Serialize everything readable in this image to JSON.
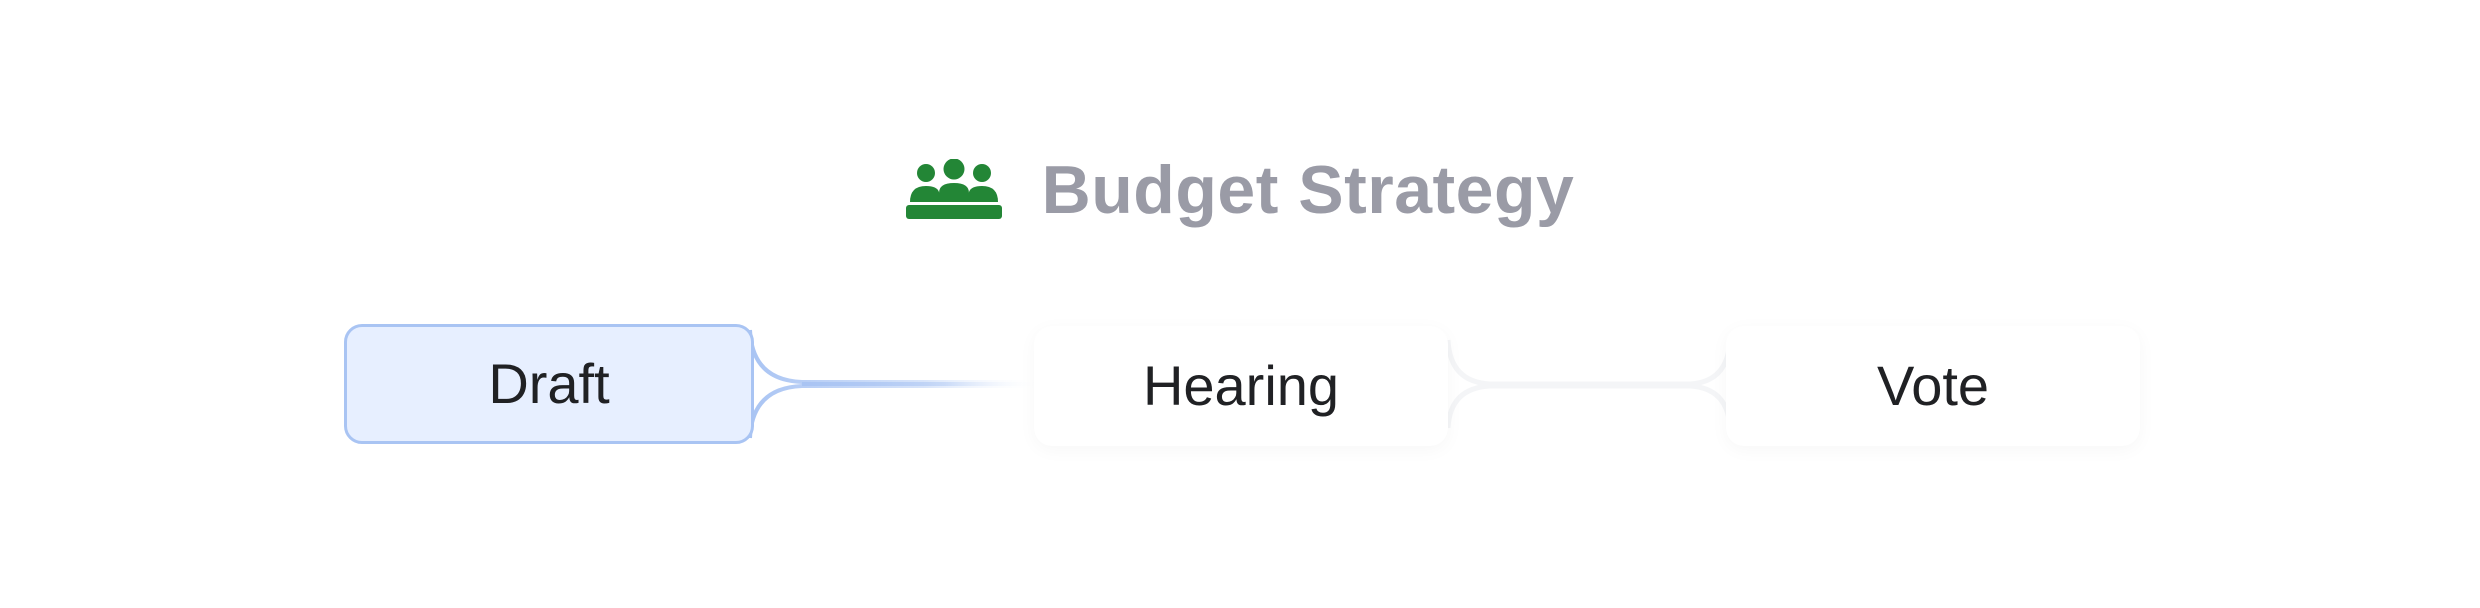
{
  "header": {
    "title": "Budget Strategy",
    "icon": "group-icon",
    "icon_color": "#238636"
  },
  "steps": [
    {
      "label": "Draft",
      "state": "active"
    },
    {
      "label": "Hearing",
      "state": "inactive"
    },
    {
      "label": "Vote",
      "state": "inactive"
    }
  ],
  "colors": {
    "active_fill": "#e7efff",
    "active_border": "#a9c4f3",
    "title": "#9a9ba6",
    "step_text": "#202124"
  }
}
